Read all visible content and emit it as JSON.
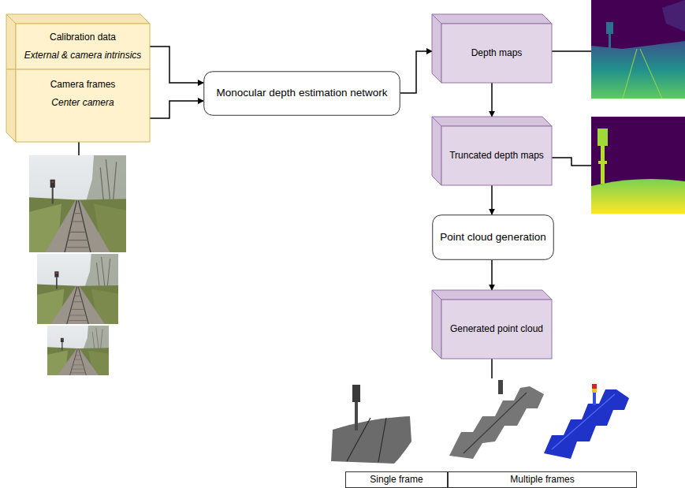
{
  "diagram": {
    "nodes": [
      {
        "text": [
          "Calibration data",
          "External & camera intrinsics"
        ]
      },
      {
        "text": [
          "Camera frames",
          "Center camera"
        ]
      },
      {
        "text": [
          "Monocular depth estimation network"
        ]
      },
      {
        "text": [
          "Depth maps"
        ]
      },
      {
        "text": [
          "Truncated depth maps"
        ]
      },
      {
        "text": [
          "Point cloud generation"
        ]
      },
      {
        "text": [
          "Generated point cloud"
        ]
      }
    ],
    "edges": [
      {
        "from": 0,
        "to": 2,
        "arrow": "to"
      },
      {
        "from": 1,
        "to": 2,
        "arrow": "to"
      },
      {
        "from": 2,
        "to": 3,
        "arrow": "to"
      },
      {
        "from": 3,
        "to": 4,
        "arrow": "to"
      },
      {
        "from": 4,
        "to": 5,
        "arrow": "to"
      },
      {
        "from": 5,
        "to": 6,
        "arrow": "to"
      }
    ],
    "labels": [
      "Single frame",
      "Multiple frames"
    ]
  }
}
